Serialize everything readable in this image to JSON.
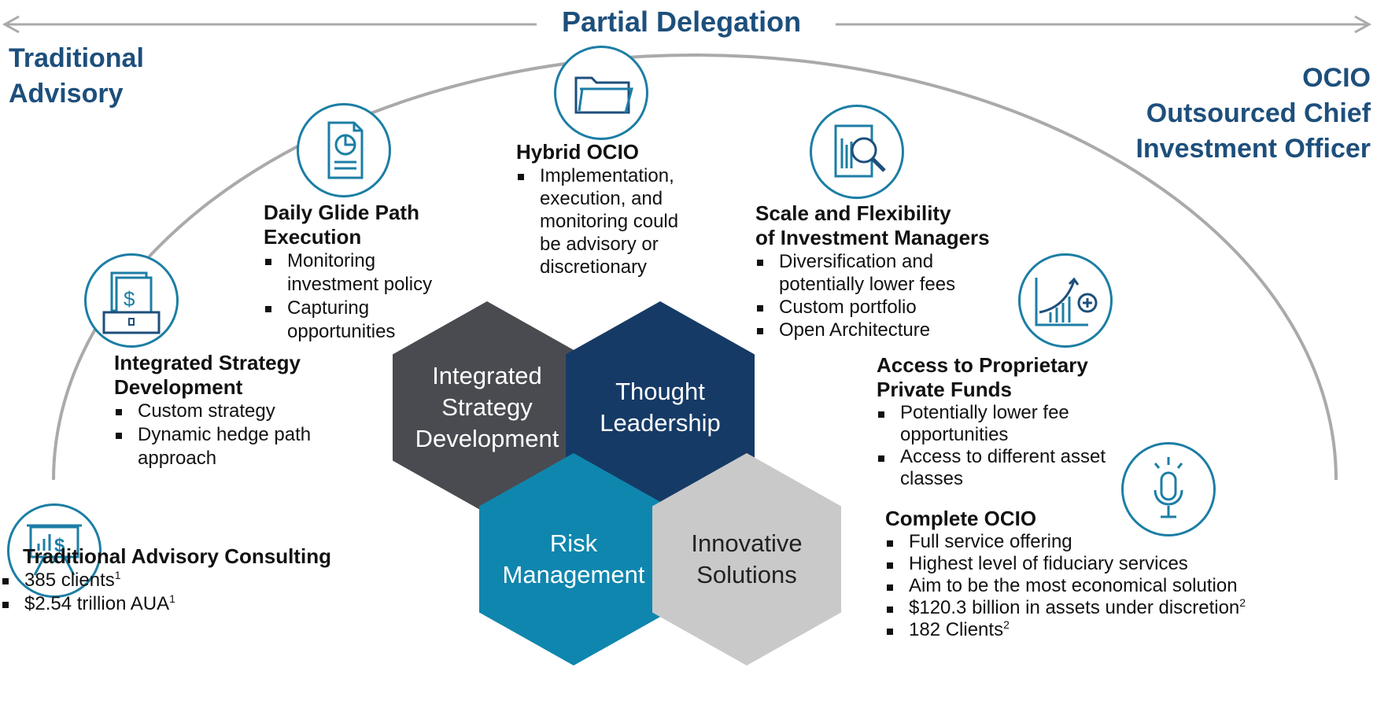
{
  "top_title": "Partial Delegation",
  "left_end": [
    "Traditional",
    "Advisory"
  ],
  "right_end": [
    "OCIO",
    "Outsourced Chief",
    "Investment Officer"
  ],
  "colors": {
    "navy": "#1d4f7c",
    "teal": "#1c7ea5",
    "dark_gray": "#4a4b50",
    "hex_navy": "#163a66",
    "hex_teal": "#0f86ae",
    "light_gray": "#c9c9c9",
    "arc": "#aaaaaa"
  },
  "stages": {
    "traditional": {
      "icon": "presentation-board-icon",
      "heading": [
        "Traditional Advisory Consulting"
      ],
      "bullets": [
        {
          "text": "385 clients",
          "sup": "1"
        },
        {
          "text": "$2.54 trillion AUA",
          "sup": "1"
        }
      ]
    },
    "integrated": {
      "icon": "money-box-icon",
      "heading": [
        "Integrated Strategy",
        "Development"
      ],
      "bullets": [
        {
          "lines": [
            "Custom strategy"
          ]
        },
        {
          "lines": [
            "Dynamic hedge path",
            "approach"
          ]
        }
      ]
    },
    "glide": {
      "icon": "report-document-icon",
      "heading": [
        "Daily Glide Path",
        "Execution"
      ],
      "bullets": [
        {
          "lines": [
            "Monitoring",
            "investment policy"
          ]
        },
        {
          "lines": [
            "Capturing",
            "opportunities"
          ]
        }
      ]
    },
    "hybrid": {
      "icon": "folder-icon",
      "heading": [
        "Hybrid OCIO"
      ],
      "bullets": [
        {
          "lines": [
            "Implementation,",
            "execution, and",
            "monitoring could",
            "be advisory or",
            "discretionary"
          ]
        }
      ]
    },
    "scale": {
      "icon": "magnifier-report-icon",
      "heading": [
        "Scale and Flexibility",
        "of Investment Managers"
      ],
      "bullets": [
        {
          "lines": [
            "Diversification and",
            "potentially lower fees"
          ]
        },
        {
          "lines": [
            "Custom portfolio"
          ]
        },
        {
          "lines": [
            "Open Architecture"
          ]
        }
      ]
    },
    "access": {
      "icon": "growth-chart-plus-icon",
      "heading": [
        "Access to Proprietary",
        "Private Funds"
      ],
      "bullets": [
        {
          "lines": [
            "Potentially lower fee",
            "opportunities"
          ]
        },
        {
          "lines": [
            "Access to different asset",
            "classes"
          ]
        }
      ]
    },
    "complete": {
      "icon": "microphone-icon",
      "heading": [
        "Complete OCIO"
      ],
      "bullets": [
        {
          "text": "Full service offering"
        },
        {
          "text": "Highest level of fiduciary services"
        },
        {
          "text": "Aim to be the most economical solution"
        },
        {
          "text": "$120.3 billion in assets under discretion",
          "sup": "2"
        },
        {
          "text": "182 Clients",
          "sup": "2"
        }
      ]
    }
  },
  "hexagons": [
    {
      "lines": [
        "Integrated",
        "Strategy",
        "Development"
      ]
    },
    {
      "lines": [
        "Thought",
        "Leadership"
      ]
    },
    {
      "lines": [
        "Risk",
        "Management"
      ]
    },
    {
      "lines": [
        "Innovative",
        "Solutions"
      ]
    }
  ]
}
